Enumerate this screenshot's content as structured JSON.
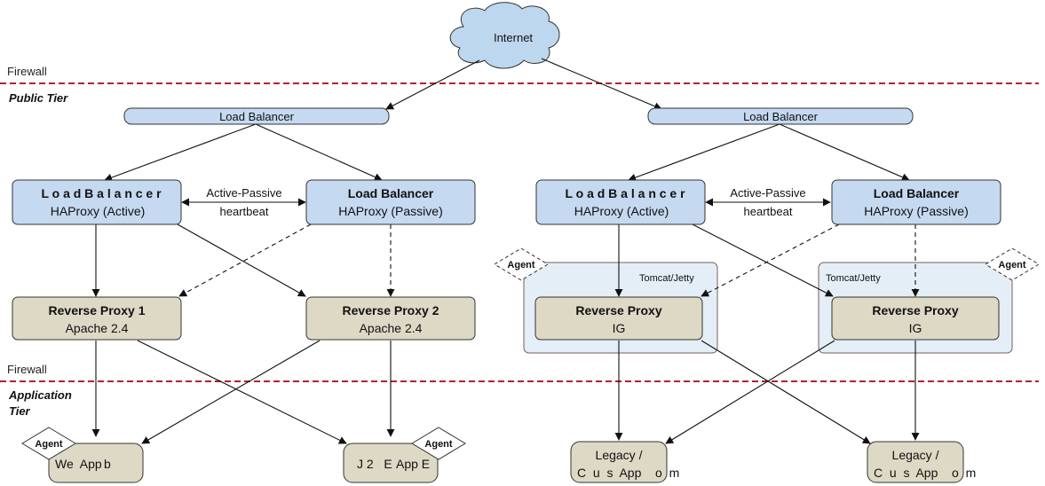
{
  "zones": {
    "firewall_top": "Firewall",
    "public_tier": "Public Tier",
    "firewall_bottom": "Firewall",
    "application_tier_line1": "Application",
    "application_tier_line2": "Tier"
  },
  "internet": {
    "label": "Internet"
  },
  "left": {
    "top_lb": "Load Balancer",
    "lb_active_title": "L o a d   B a l a n c e r",
    "lb_active_sub": "HAProxy (Active)",
    "lb_passive_title": "Load Balancer",
    "lb_passive_sub": "HAProxy (Passive)",
    "heartbeat_line1": "Active-Passive",
    "heartbeat_line2": "heartbeat",
    "rp1_title": "Reverse Proxy 1",
    "rp1_sub": "Apache 2.4",
    "rp2_title": "Reverse Proxy 2",
    "rp2_sub": "Apache 2.4",
    "app1_label": "We  App",
    "app1_overlap": "b",
    "app2_label": "J 2   E",
    "app2_overlap": "App E",
    "agent1": "Agent",
    "agent2": "Agent"
  },
  "right": {
    "top_lb": "Load Balancer",
    "lb_active_title": "L o a d   B a l a n c e r",
    "lb_active_sub": "HAProxy (Active)",
    "lb_passive_title": "Load Balancer",
    "lb_passive_sub": "HAProxy (Passive)",
    "heartbeat_line1": "Active-Passive",
    "heartbeat_line2": "heartbeat",
    "container1_label": "Tomcat/Jetty",
    "container2_label": "Tomcat/Jetty",
    "rp1_title": "Reverse Proxy",
    "rp1_sub": "IG",
    "rp2_title": "Reverse Proxy",
    "rp2_sub": "IG",
    "legacy1_line1": "Legacy /",
    "legacy1_line2": "C  u  s  App",
    "legacy1_overlap": "o  m",
    "legacy2_line1": "Legacy /",
    "legacy2_line2": "C  u  s  App",
    "legacy2_overlap": "o  m",
    "agent1": "Agent",
    "agent2": "Agent"
  },
  "colors": {
    "blue_fill": "#c5d9f1",
    "tan_fill": "#ddd9c4",
    "container_fill": "#e4eef7",
    "cloud_fill": "#bdd7ee",
    "firewall_line": "#b22234",
    "stroke": "#222222"
  }
}
